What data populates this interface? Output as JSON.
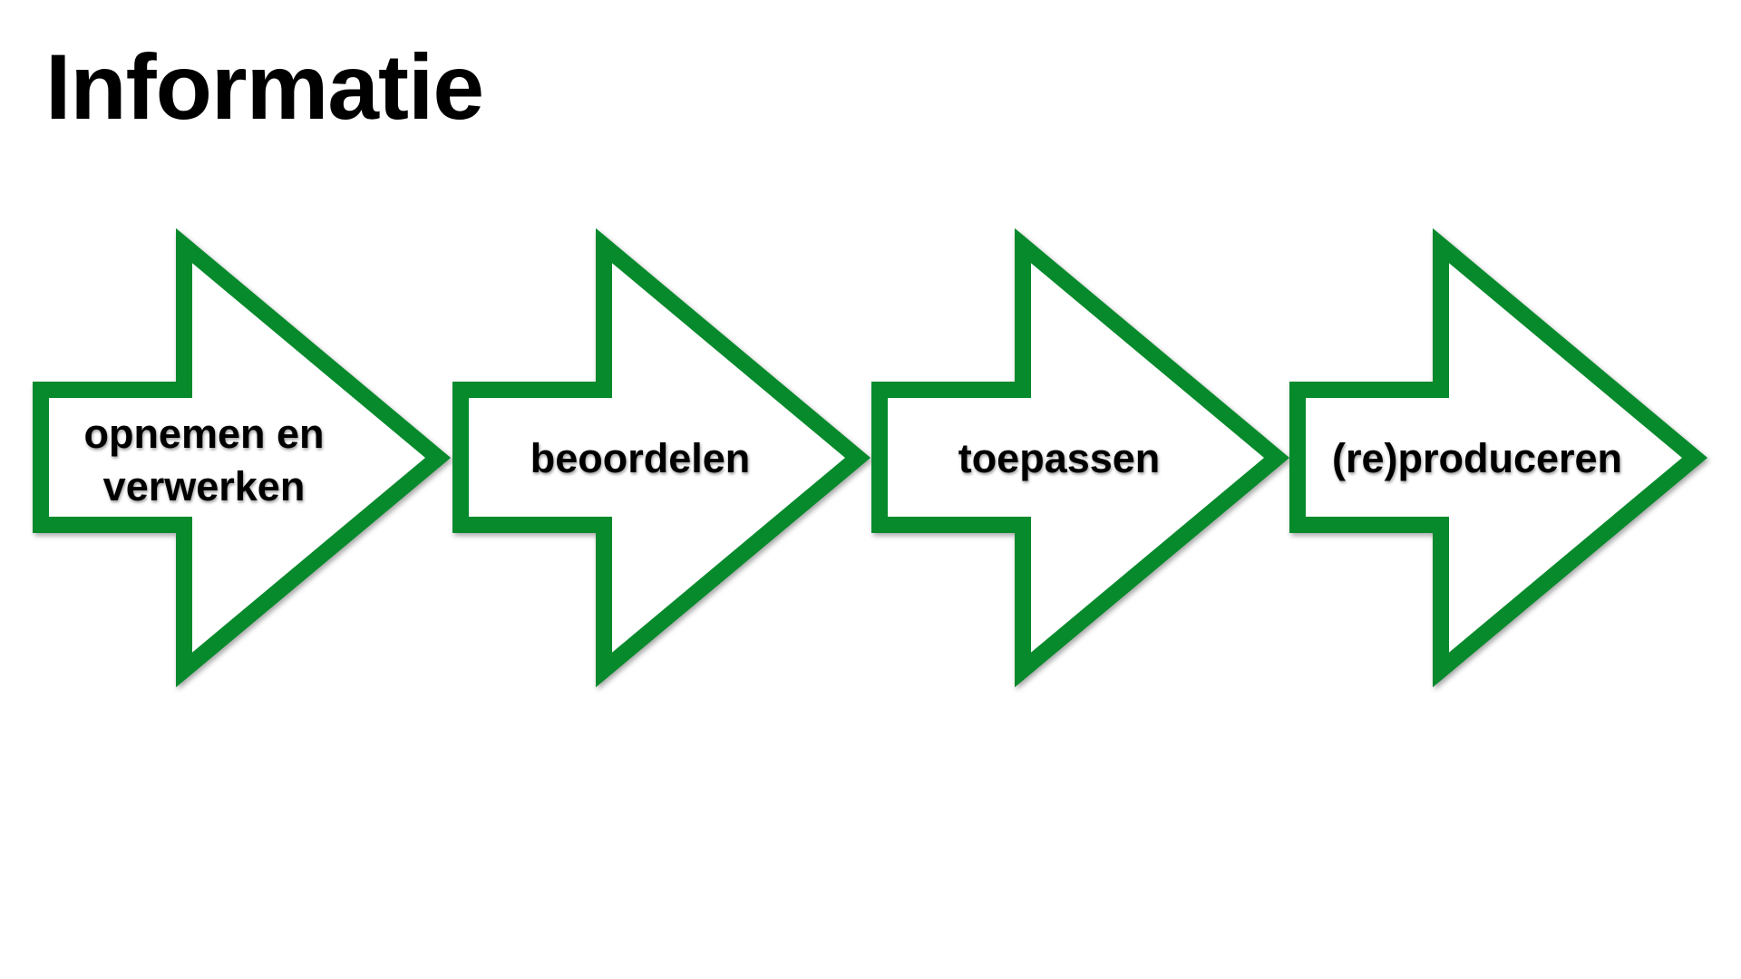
{
  "title": "Informatie",
  "steps": [
    {
      "label_line1": "opnemen en",
      "label_line2": "verwerken"
    },
    {
      "label": "beoordelen"
    },
    {
      "label": "toepassen"
    },
    {
      "label": "(re)produceren"
    }
  ],
  "colors": {
    "arrow_outline": "#068a2c",
    "text": "#000000"
  }
}
